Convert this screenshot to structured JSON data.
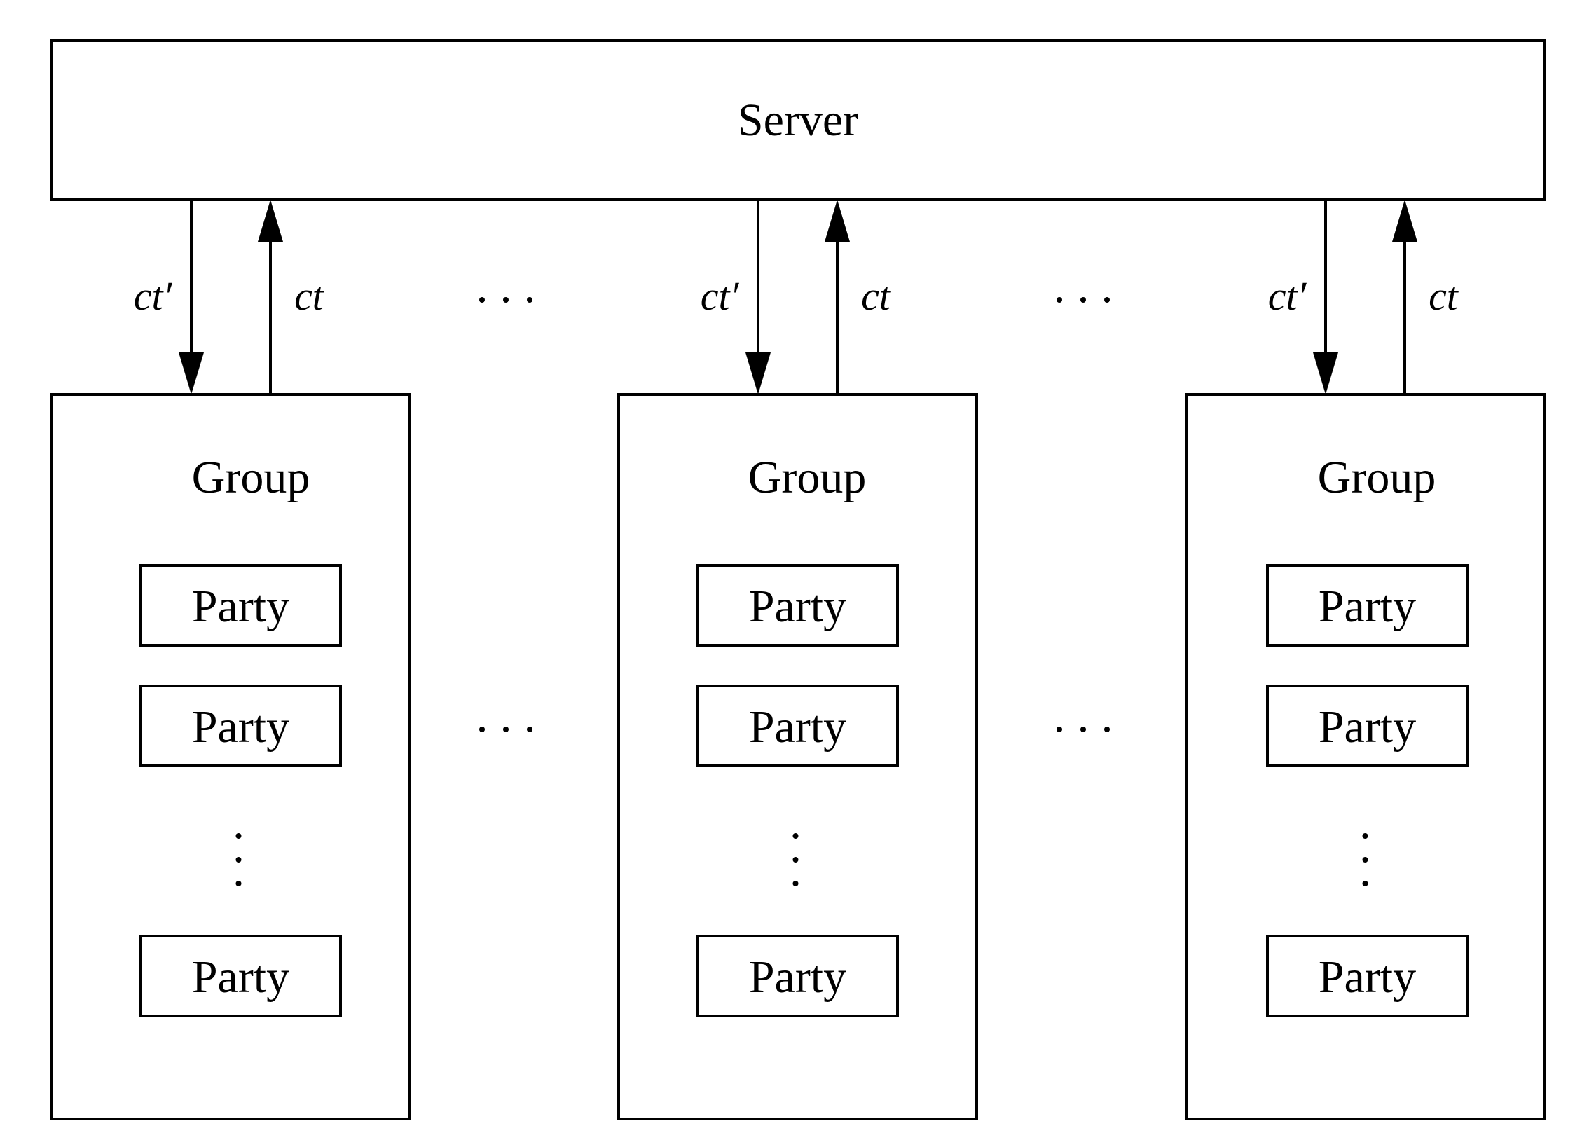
{
  "diagram": {
    "server_label": "Server",
    "groups": [
      {
        "label": "Group",
        "down_label": "ct′",
        "up_label": "ct",
        "parties": [
          "Party",
          "Party",
          "Party"
        ]
      },
      {
        "label": "Group",
        "down_label": "ct′",
        "up_label": "ct",
        "parties": [
          "Party",
          "Party",
          "Party"
        ]
      },
      {
        "label": "Group",
        "down_label": "ct′",
        "up_label": "ct",
        "parties": [
          "Party",
          "Party",
          "Party"
        ]
      }
    ],
    "colors": {
      "stroke": "#000000",
      "fill": "#ffffff"
    }
  }
}
